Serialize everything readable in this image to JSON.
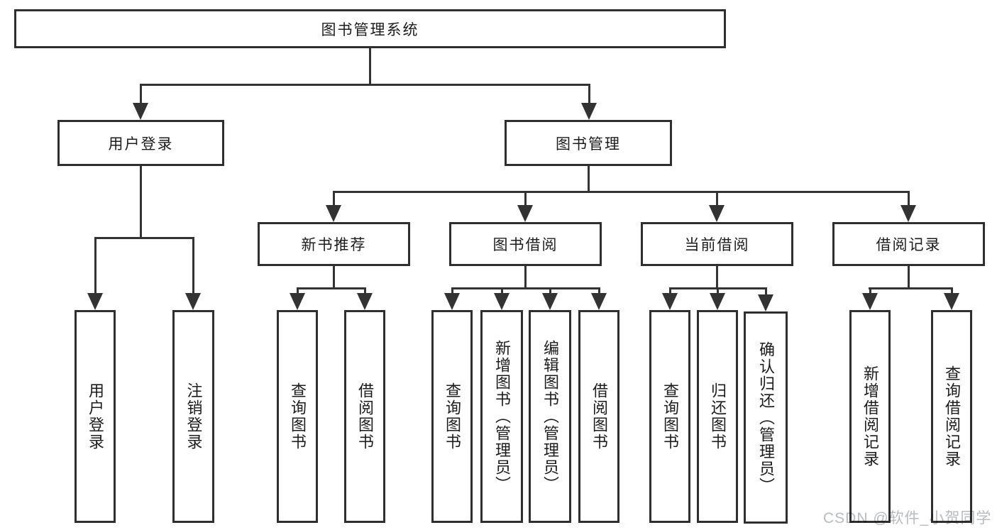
{
  "diagram_title": "图书管理系统",
  "nodes": {
    "root": "图书管理系统",
    "user_login": "用户登录",
    "book_mgmt": "图书管理",
    "new_rec": "新书推荐",
    "borrow": "图书借阅",
    "current": "当前借阅",
    "records": "借阅记录",
    "ul_login": "用户登录",
    "ul_logout": "注销登录",
    "nr_query": "查询图书",
    "nr_borrow": "借阅图书",
    "bw_query": "查询图书",
    "bw_add": "新增图书（管理员）",
    "bw_edit": "编辑图书（管理员）",
    "bw_borrow": "借阅图书",
    "cu_query": "查询图书",
    "cu_return": "归还图书",
    "cu_confirm": "确认归还（管理员）",
    "rc_add": "新增借阅记录",
    "rc_query": "查询借阅记录"
  },
  "edges": [
    {
      "from": "root",
      "to": "user_login"
    },
    {
      "from": "root",
      "to": "book_mgmt"
    },
    {
      "from": "user_login",
      "to": "ul_login"
    },
    {
      "from": "user_login",
      "to": "ul_logout"
    },
    {
      "from": "book_mgmt",
      "to": "new_rec"
    },
    {
      "from": "book_mgmt",
      "to": "borrow"
    },
    {
      "from": "book_mgmt",
      "to": "current"
    },
    {
      "from": "book_mgmt",
      "to": "records"
    },
    {
      "from": "new_rec",
      "to": "nr_query"
    },
    {
      "from": "new_rec",
      "to": "nr_borrow"
    },
    {
      "from": "borrow",
      "to": "bw_query"
    },
    {
      "from": "borrow",
      "to": "bw_add"
    },
    {
      "from": "borrow",
      "to": "bw_edit"
    },
    {
      "from": "borrow",
      "to": "bw_borrow"
    },
    {
      "from": "current",
      "to": "cu_query"
    },
    {
      "from": "current",
      "to": "cu_return"
    },
    {
      "from": "current",
      "to": "cu_confirm"
    },
    {
      "from": "records",
      "to": "rc_add"
    },
    {
      "from": "records",
      "to": "rc_query"
    }
  ],
  "watermark": "CSDN @软件_小贺同学",
  "colors": {
    "line": "#333333",
    "box_border": "#2f2f2f",
    "box_fill": "#ffffff",
    "text": "#1c1c1c",
    "watermark": "#b7bbc2",
    "background": "#ffffff"
  }
}
